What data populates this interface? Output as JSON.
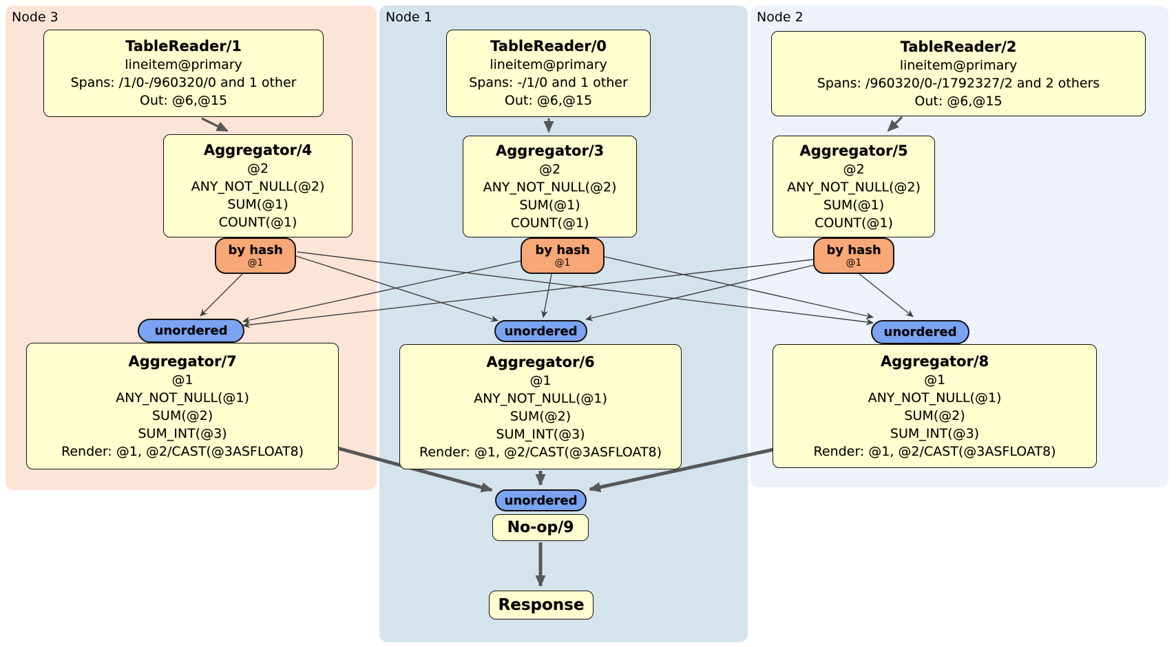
{
  "regions": {
    "node3": {
      "label": "Node 3",
      "color": "#fce4d7"
    },
    "node1": {
      "label": "Node 1",
      "color": "#d5e3ed"
    },
    "node2": {
      "label": "Node 2",
      "color": "#edf2fb"
    }
  },
  "router": {
    "label": "by hash",
    "sub": "@1",
    "color": "#f8a877"
  },
  "sync": {
    "label": "unordered",
    "color": "#7aa4f2"
  },
  "boxes": {
    "tr1": {
      "title": "TableReader/1",
      "lines": [
        "lineitem@primary",
        "Spans: /1/0-/960320/0 and 1 other",
        "Out: @6,@15"
      ]
    },
    "tr0": {
      "title": "TableReader/0",
      "lines": [
        "lineitem@primary",
        "Spans: -/1/0 and 1 other",
        "Out: @6,@15"
      ]
    },
    "tr2": {
      "title": "TableReader/2",
      "lines": [
        "lineitem@primary",
        "Spans: /960320/0-/1792327/2 and 2 others",
        "Out: @6,@15"
      ]
    },
    "agg4": {
      "title": "Aggregator/4",
      "lines": [
        "@2",
        "ANY_NOT_NULL(@2)",
        "SUM(@1)",
        "COUNT(@1)"
      ]
    },
    "agg3": {
      "title": "Aggregator/3",
      "lines": [
        "@2",
        "ANY_NOT_NULL(@2)",
        "SUM(@1)",
        "COUNT(@1)"
      ]
    },
    "agg5": {
      "title": "Aggregator/5",
      "lines": [
        "@2",
        "ANY_NOT_NULL(@2)",
        "SUM(@1)",
        "COUNT(@1)"
      ]
    },
    "agg7": {
      "title": "Aggregator/7",
      "lines": [
        "@1",
        "ANY_NOT_NULL(@1)",
        "SUM(@2)",
        "SUM_INT(@3)",
        "Render: @1, @2/CAST(@3ASFLOAT8)"
      ]
    },
    "agg6": {
      "title": "Aggregator/6",
      "lines": [
        "@1",
        "ANY_NOT_NULL(@1)",
        "SUM(@2)",
        "SUM_INT(@3)",
        "Render: @1, @2/CAST(@3ASFLOAT8)"
      ]
    },
    "agg8": {
      "title": "Aggregator/8",
      "lines": [
        "@1",
        "ANY_NOT_NULL(@1)",
        "SUM(@2)",
        "SUM_INT(@3)",
        "Render: @1, @2/CAST(@3ASFLOAT8)"
      ]
    },
    "noop": {
      "title": "No-op/9",
      "lines": []
    },
    "resp": {
      "title": "Response",
      "lines": []
    }
  },
  "edges": [
    {
      "from": "TableReader/1",
      "to": "Aggregator/4",
      "kind": "flow"
    },
    {
      "from": "TableReader/0",
      "to": "Aggregator/3",
      "kind": "flow"
    },
    {
      "from": "TableReader/2",
      "to": "Aggregator/5",
      "kind": "flow"
    },
    {
      "from": "Aggregator/4 by hash @1",
      "to": "unordered (Node 3)",
      "kind": "route"
    },
    {
      "from": "Aggregator/4 by hash @1",
      "to": "unordered (Node 1)",
      "kind": "route"
    },
    {
      "from": "Aggregator/4 by hash @1",
      "to": "unordered (Node 2)",
      "kind": "route"
    },
    {
      "from": "Aggregator/3 by hash @1",
      "to": "unordered (Node 3)",
      "kind": "route"
    },
    {
      "from": "Aggregator/3 by hash @1",
      "to": "unordered (Node 1)",
      "kind": "route"
    },
    {
      "from": "Aggregator/3 by hash @1",
      "to": "unordered (Node 2)",
      "kind": "route"
    },
    {
      "from": "Aggregator/5 by hash @1",
      "to": "unordered (Node 3)",
      "kind": "route"
    },
    {
      "from": "Aggregator/5 by hash @1",
      "to": "unordered (Node 1)",
      "kind": "route"
    },
    {
      "from": "Aggregator/5 by hash @1",
      "to": "unordered (Node 2)",
      "kind": "route"
    },
    {
      "from": "Aggregator/7",
      "to": "unordered (No-op/9)",
      "kind": "flow"
    },
    {
      "from": "Aggregator/6",
      "to": "unordered (No-op/9)",
      "kind": "flow"
    },
    {
      "from": "Aggregator/8",
      "to": "unordered (No-op/9)",
      "kind": "flow"
    },
    {
      "from": "No-op/9",
      "to": "Response",
      "kind": "flow"
    }
  ]
}
